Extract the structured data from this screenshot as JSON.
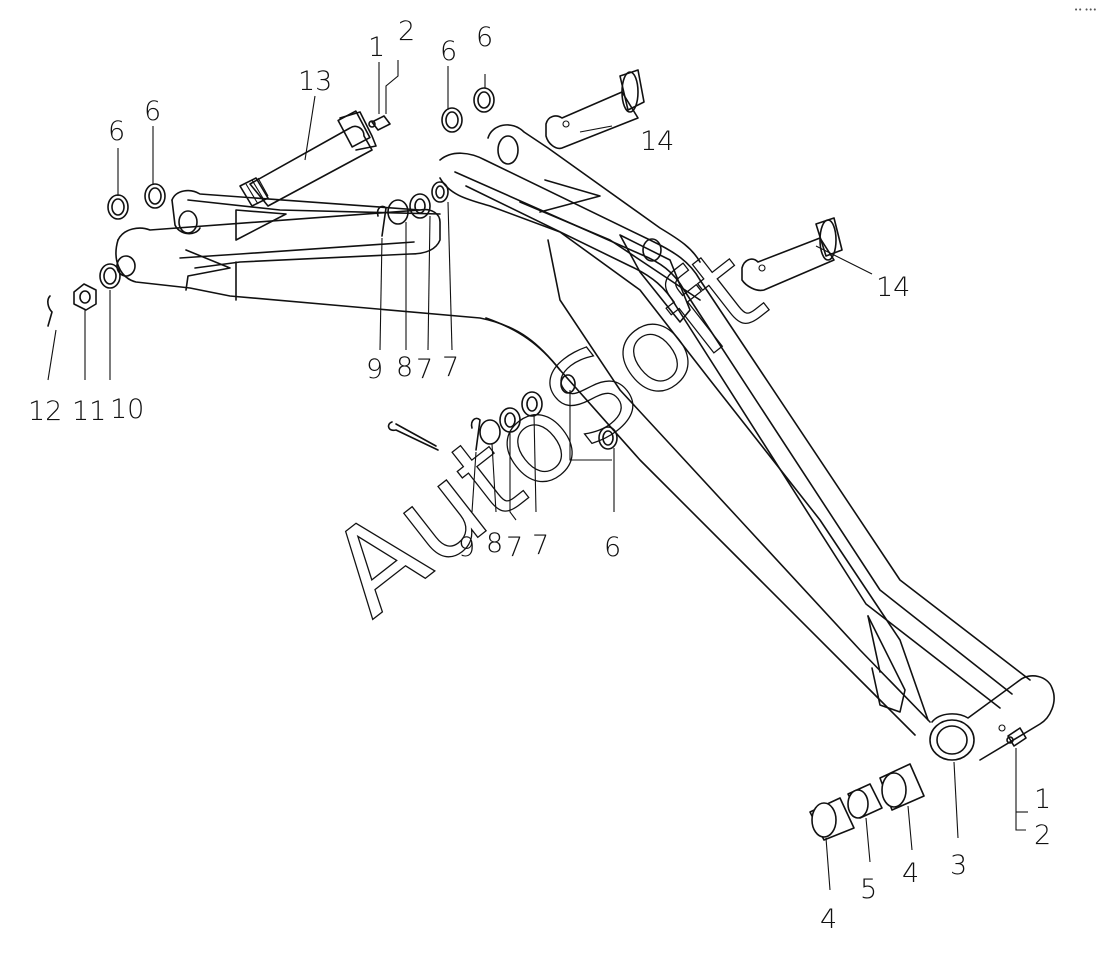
{
  "diagram": {
    "watermark": "AutoSoft",
    "corner_mark": "•• •••",
    "callouts": {
      "c1_top": "1",
      "c2_top": "2",
      "c13": "13",
      "c6_a": "6",
      "c6_b": "6",
      "c6_c": "6",
      "c6_d": "6",
      "c6_e": "6",
      "c14_top": "14",
      "c14_mid": "14",
      "c9_top": "9",
      "c8_top": "8",
      "c7_top_a": "7",
      "c7_top_b": "7",
      "c12": "12",
      "c11": "11",
      "c10": "10",
      "c9_mid": "9",
      "c8_mid": "8",
      "c7_mid_a": "7",
      "c7_mid_b": "7",
      "c1_bot": "1",
      "c2_bot": "2",
      "c3": "3",
      "c4_right": "4",
      "c5": "5",
      "c4_left": "4"
    }
  }
}
